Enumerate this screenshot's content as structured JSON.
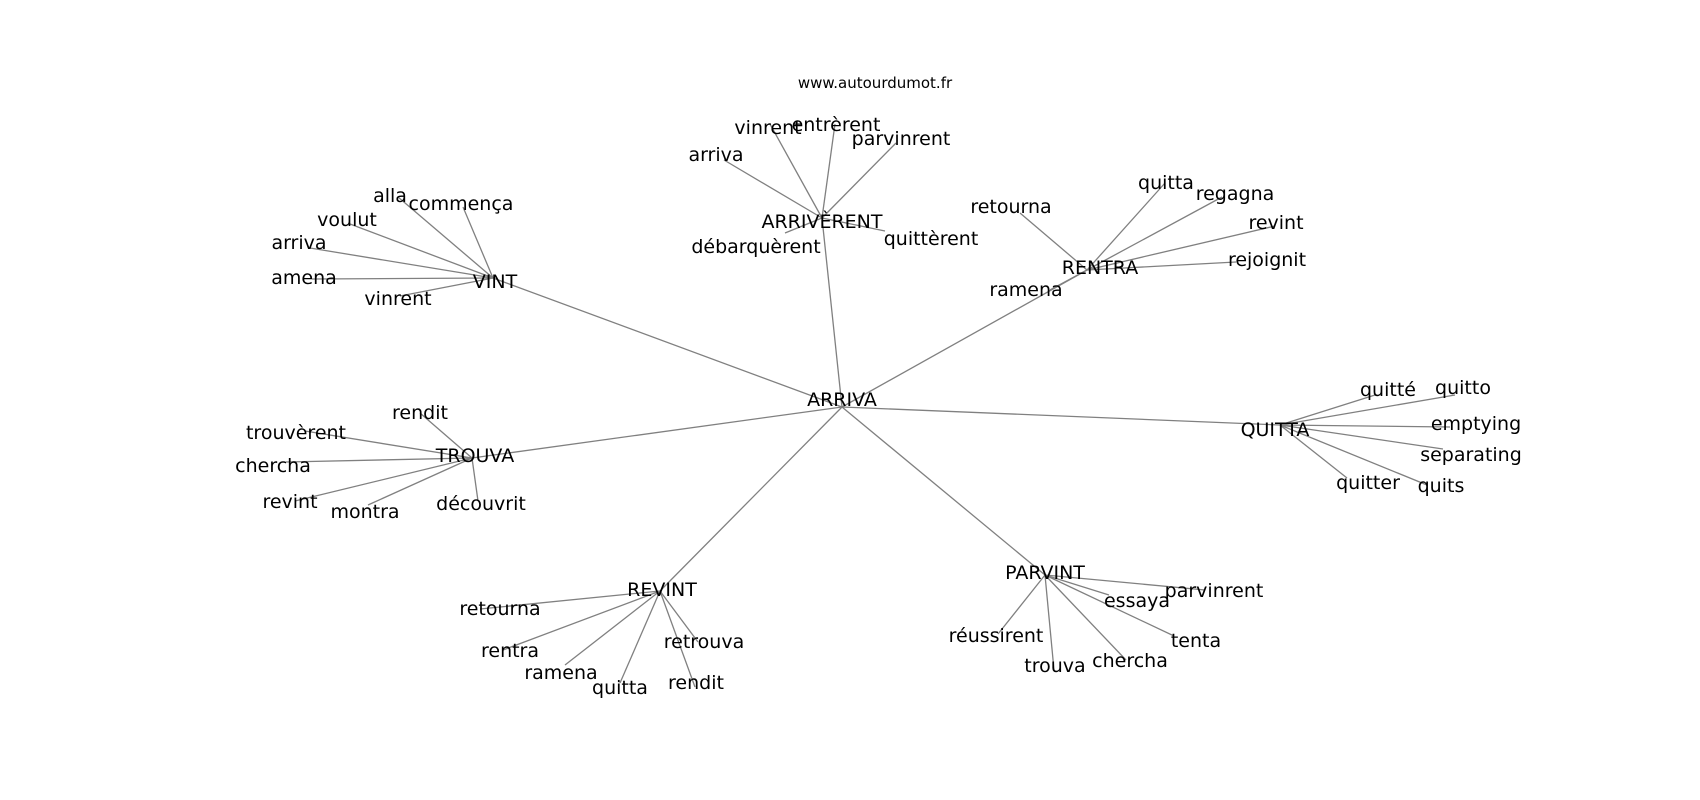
{
  "graph": {
    "credit": "www.autourdumot.fr",
    "center": "ARRIVA",
    "clusters": [
      {
        "hub": "ARRIVÈRENT",
        "words": [
          "arriva",
          "vinrent",
          "entrèrent",
          "parvinrent",
          "quittèrent",
          "débarquèrent"
        ]
      },
      {
        "hub": "VINT",
        "words": [
          "alla",
          "commença",
          "voulut",
          "arriva",
          "amena",
          "vinrent"
        ]
      },
      {
        "hub": "RENTRA",
        "words": [
          "quitta",
          "regagna",
          "retourna",
          "revint",
          "rejoignit",
          "ramena"
        ]
      },
      {
        "hub": "QUITTA",
        "words": [
          "quitté",
          "quitto",
          "emptying",
          "separating",
          "quitter",
          "quits"
        ]
      },
      {
        "hub": "TROUVA",
        "words": [
          "rendit",
          "trouvèrent",
          "chercha",
          "revint",
          "montra",
          "découvrit"
        ]
      },
      {
        "hub": "PARVINT",
        "words": [
          "essaya",
          "parvinrent",
          "tenta",
          "réussirent",
          "trouva",
          "chercha"
        ]
      },
      {
        "hub": "REVINT",
        "words": [
          "retourna",
          "rentra",
          "ramena",
          "quitta",
          "rendit",
          "retrouva"
        ]
      }
    ]
  }
}
